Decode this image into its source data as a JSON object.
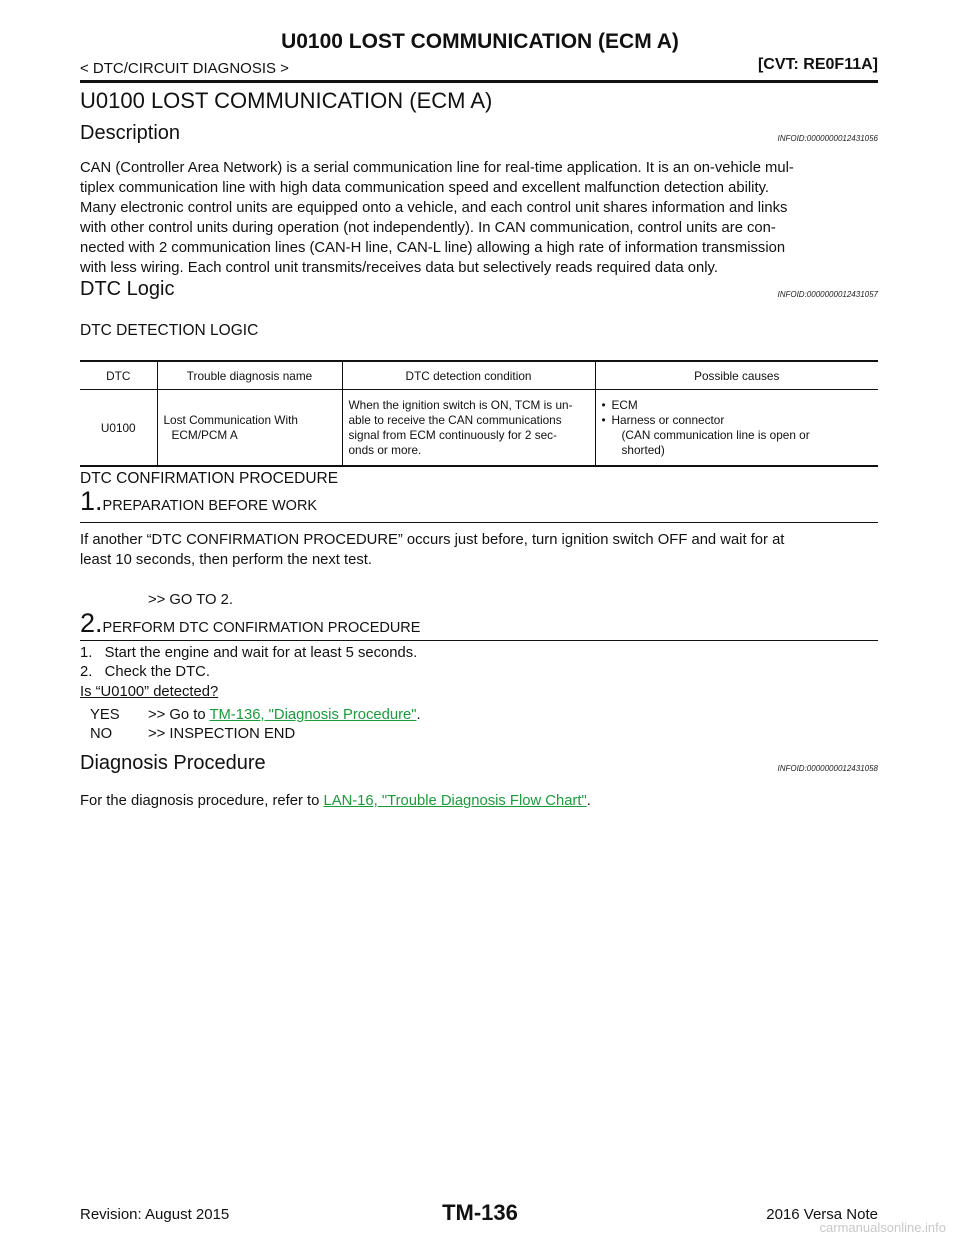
{
  "header": {
    "title": "U0100 LOST COMMUNICATION (ECM A)",
    "section": "< DTC/CIRCUIT DIAGNOSIS >",
    "model": "[CVT: RE0F11A]"
  },
  "main_title": "U0100 LOST COMMUNICATION (ECM A)",
  "description": {
    "heading": "Description",
    "infoid": "INFOID:0000000012431056",
    "lines": [
      "CAN (Controller Area Network) is a serial communication line for real-time application. It is an on-vehicle mul-",
      "tiplex communication line with high data communication speed and excellent malfunction detection ability.",
      "Many electronic control units are equipped onto a vehicle, and each control unit shares information and links",
      "with other control units during operation (not independently). In CAN communication, control units are con-",
      "nected with 2 communication lines (CAN-H line, CAN-L line) allowing a high rate of information transmission",
      "with less wiring. Each control unit transmits/receives data but selectively reads required data only."
    ]
  },
  "dtc_logic": {
    "heading": "DTC Logic",
    "infoid": "INFOID:0000000012431057",
    "subheading": "DTC DETECTION LOGIC",
    "table": {
      "headers": [
        "DTC",
        "Trouble diagnosis name",
        "DTC detection condition",
        "Possible causes"
      ],
      "row": {
        "dtc": "U0100",
        "name_lines": [
          "Lost Communication With",
          "ECM/PCM A"
        ],
        "condition_lines": [
          "When the ignition switch is ON, TCM is un-",
          "able to receive the CAN communications",
          "signal from ECM continuously for 2 sec-",
          "onds or more."
        ],
        "cause_1": "ECM",
        "cause_2_lines": [
          "Harness or connector",
          "(CAN communication line is open or",
          "shorted)"
        ]
      }
    }
  },
  "confirmation": {
    "heading": "DTC CONFIRMATION PROCEDURE",
    "step1": {
      "num": "1.",
      "title": "PREPARATION BEFORE WORK",
      "lines": [
        "If another “DTC CONFIRMATION PROCEDURE” occurs just before, turn ignition switch OFF and wait for at",
        "least 10 seconds, then perform the next test."
      ],
      "goto": ">> GO TO 2."
    },
    "step2": {
      "num": "2.",
      "title": "PERFORM DTC CONFIRMATION PROCEDURE",
      "item1": "1.   Start the engine and wait for at least 5 seconds.",
      "item2": "2.   Check the DTC.",
      "question": "Is “U0100” detected?",
      "yes_label": "YES",
      "yes_text": ">> Go to ",
      "yes_link": "TM-136, \"Diagnosis Procedure\"",
      "yes_end": ".",
      "no_label": "NO",
      "no_text": ">> INSPECTION END"
    }
  },
  "diagnosis": {
    "heading": "Diagnosis Procedure",
    "infoid": "INFOID:0000000012431058",
    "text": "For the diagnosis procedure, refer to ",
    "link": "LAN-16, \"Trouble Diagnosis Flow Chart\"",
    "end": "."
  },
  "footer": {
    "revision": "Revision: August 2015",
    "page": "TM-136",
    "model": "2016 Versa Note"
  },
  "watermark": "carmanualsonline.info",
  "colors": {
    "link": "#1a9c3a",
    "text": "#111111"
  }
}
